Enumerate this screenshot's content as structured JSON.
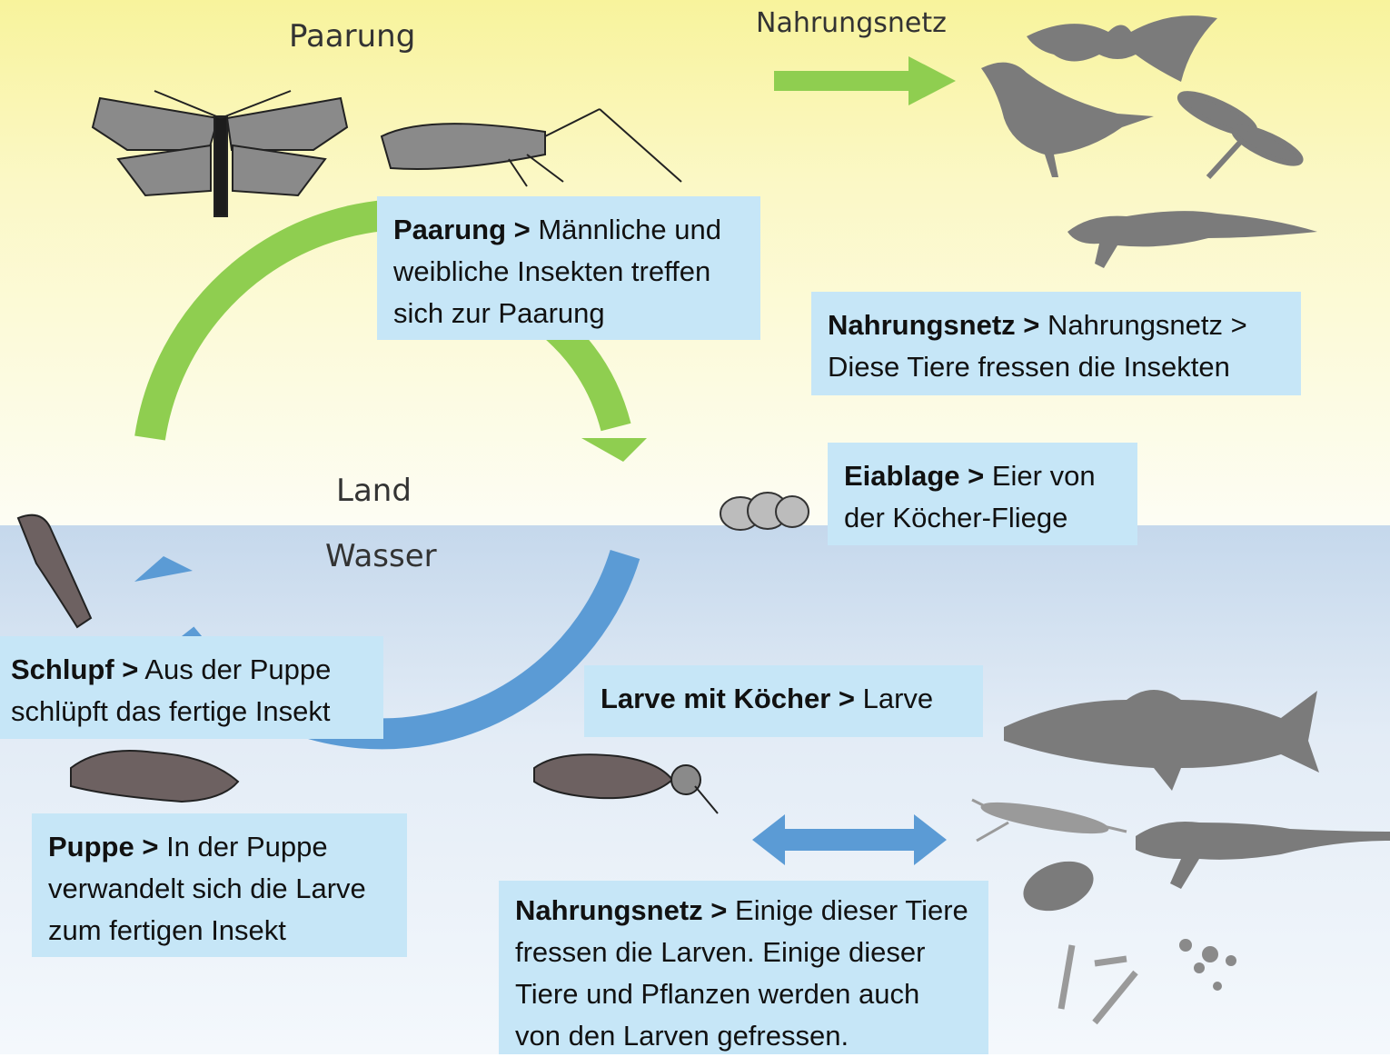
{
  "labels": {
    "paarung_heading": "Paarung",
    "nahrungsnetz_heading": "Nahrungsnetz",
    "land": "Land",
    "wasser": "Wasser"
  },
  "boxes": {
    "paarung": {
      "title": "Paarung >",
      "text": " Männliche und weibliche Insekten treffen sich zur Paarung"
    },
    "nahrungsnetz_land": {
      "title": "Nahrungsnetz >",
      "text": " Nahrungsnetz > Diese Tiere fressen die Insekten"
    },
    "eiablage": {
      "title": "Eiablage >",
      "text": " Eier von der Köcher-Fliege"
    },
    "schlupf": {
      "title": "Schlupf >",
      "text": " Aus der Puppe schlüpft das fertige Insekt"
    },
    "larve": {
      "title": "Larve mit Köcher >",
      "text": " Larve"
    },
    "puppe": {
      "title": "Puppe >",
      "text": " In der Puppe verwandelt sich die Larve zum fertigen Insekt"
    },
    "nahrungsnetz_wasser": {
      "title": "Nahrungsnetz >",
      "text": " Einige dieser Tiere fressen die Larven. Einige dieser Tiere und Pflanzen werden auch von den Larven gefressen."
    }
  },
  "colors": {
    "land_arrow": "#8fce50",
    "water_arrow": "#5b9bd5",
    "silhouette": "#7b7b7b",
    "box_fill": "#c6e6f7"
  }
}
